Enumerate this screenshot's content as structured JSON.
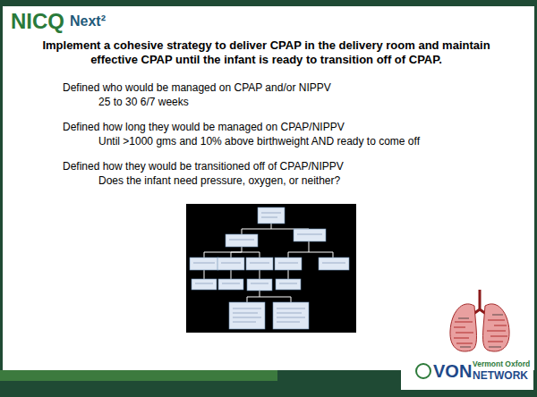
{
  "diagram": {
    "title": "Implement a cohesive strategy to deliver CPAP in the delivery room and maintain effective CPAP until the infant is ready to transition off of CPAP.",
    "labels": [
      "NICQ",
      "Next²",
      "Defined who would be managed on CPAP and/or NIPPV",
      "25 to 30 6/7 weeks",
      "Defined how long they would be managed on CPAP/NIPPV",
      "Until >1000 gms and 10% above birthweight AND ready to come off",
      "Defined how they would be transitioned off of CPAP/NIPPV",
      "Does the infant need pressure, oxygen, or neither?",
      "VON",
      "Vermont Oxford",
      "NETWORK"
    ]
  }
}
